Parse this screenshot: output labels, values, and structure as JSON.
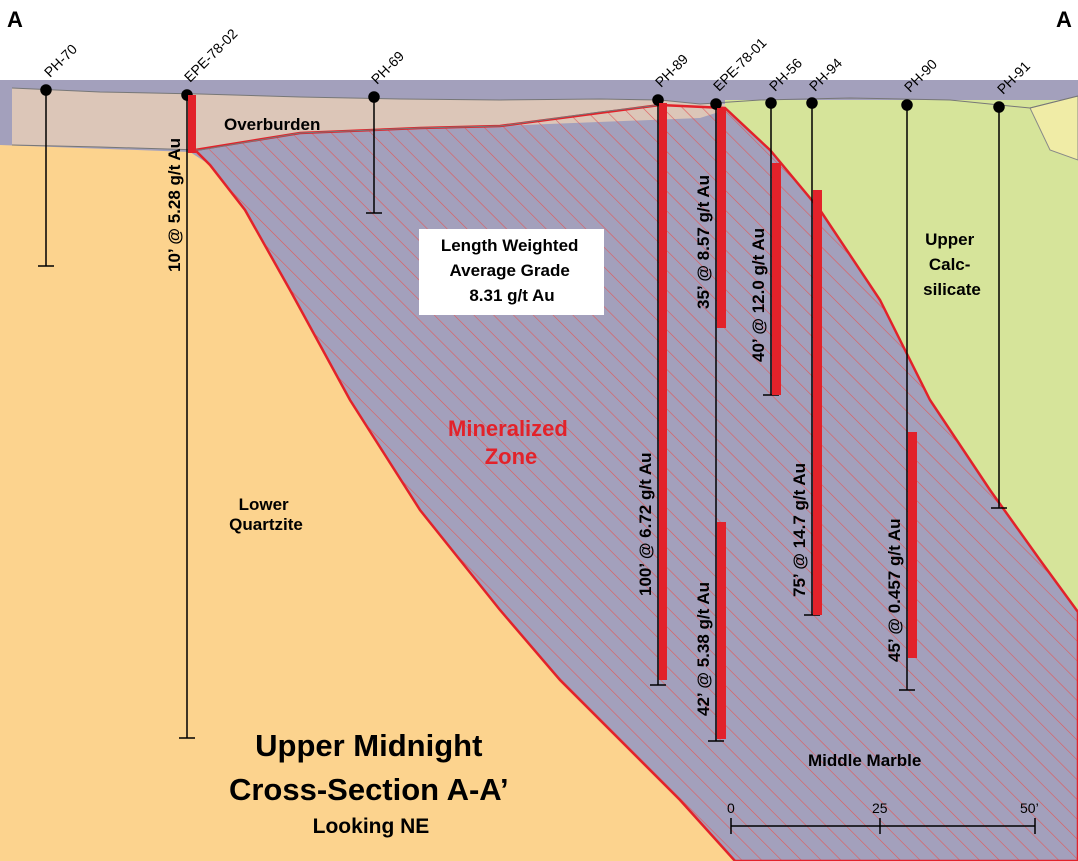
{
  "section_ends": {
    "left": "A",
    "right": "A"
  },
  "units": {
    "overburden": "Overburden",
    "lower_quartzite": "Lower\nQuartzite",
    "upper_calc": "Upper\nCalc-\nsilicate",
    "middle_marble": "Middle Marble",
    "mineralized_zone": "Mineralized\nZone"
  },
  "average_box": {
    "line1": "Length Weighted",
    "line2": "Average Grade",
    "line3": "8.31 g/t Au"
  },
  "title": {
    "line1": "Upper Midnight",
    "line2": "Cross-Section A-A’",
    "line3": "Looking NE"
  },
  "scale_bar": {
    "ticks": [
      "0",
      "25",
      "50’"
    ]
  },
  "holes": [
    "PH-70",
    "EPE-78-02",
    "PH-69",
    "PH-89",
    "EPE-78-01",
    "PH-56",
    "PH-94",
    "PH-90",
    "PH-91"
  ],
  "intervals": [
    "10’ @ 5.28 g/t Au",
    "100’ @ 6.72 g/t Au",
    "35’ @ 8.57 g/t Au",
    "42’ @ 5.38 g/t Au",
    "40’ @ 12.0 g/t Au",
    "75’ @ 14.7 g/t Au",
    "45’ @ 0.457 g/t Au"
  ],
  "colors": {
    "overburden": "#dcc6b8",
    "quartzite": "#fcd38e",
    "calcsilicate": "#d6e49a",
    "marble": "#a3a0bc",
    "mineralized_line": "#e2222a",
    "hatch": "#e05a5a"
  }
}
